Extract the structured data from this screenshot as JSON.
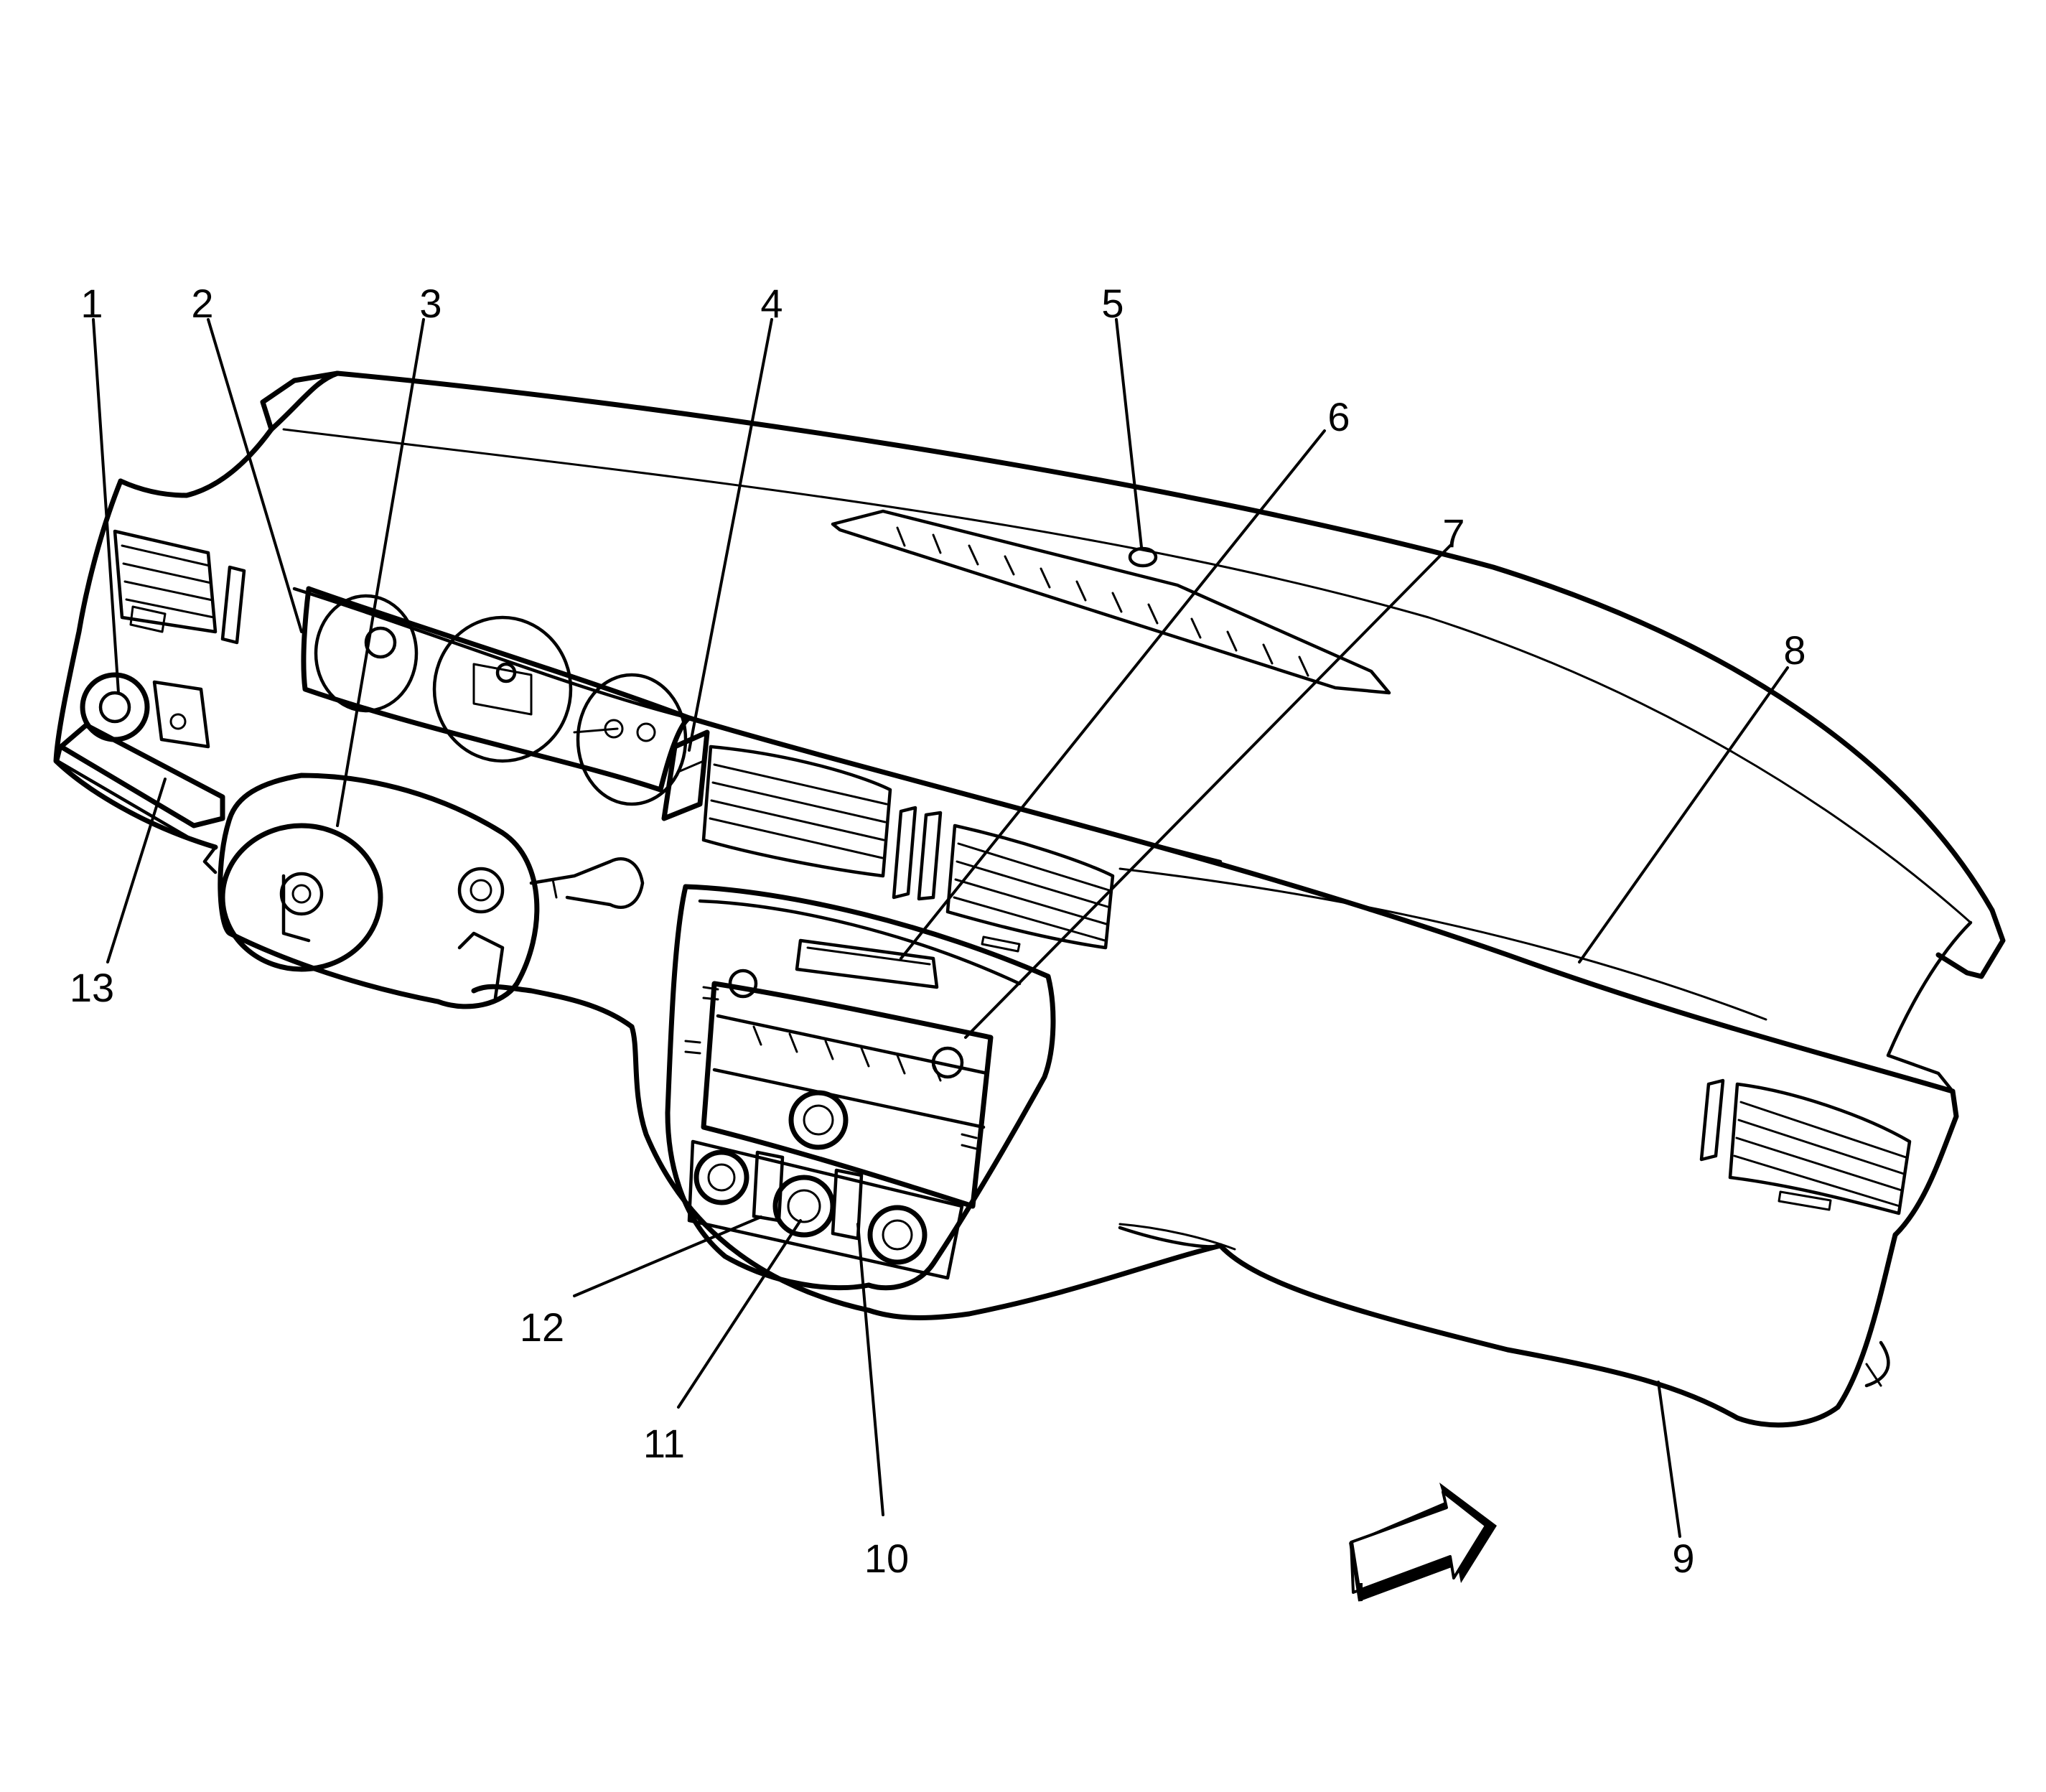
{
  "diagram": {
    "background": "#ffffff",
    "ink": "#000000",
    "callouts": [
      {
        "id": "1",
        "label": "1"
      },
      {
        "id": "2",
        "label": "2"
      },
      {
        "id": "3",
        "label": "3"
      },
      {
        "id": "4",
        "label": "4"
      },
      {
        "id": "5",
        "label": "5"
      },
      {
        "id": "6",
        "label": "6"
      },
      {
        "id": "7",
        "label": "7"
      },
      {
        "id": "8",
        "label": "8"
      },
      {
        "id": "9",
        "label": "9"
      },
      {
        "id": "10",
        "label": "10"
      },
      {
        "id": "11",
        "label": "11"
      },
      {
        "id": "12",
        "label": "12"
      },
      {
        "id": "13",
        "label": "13"
      }
    ],
    "icons": [
      "front-direction-arrow-icon"
    ]
  }
}
